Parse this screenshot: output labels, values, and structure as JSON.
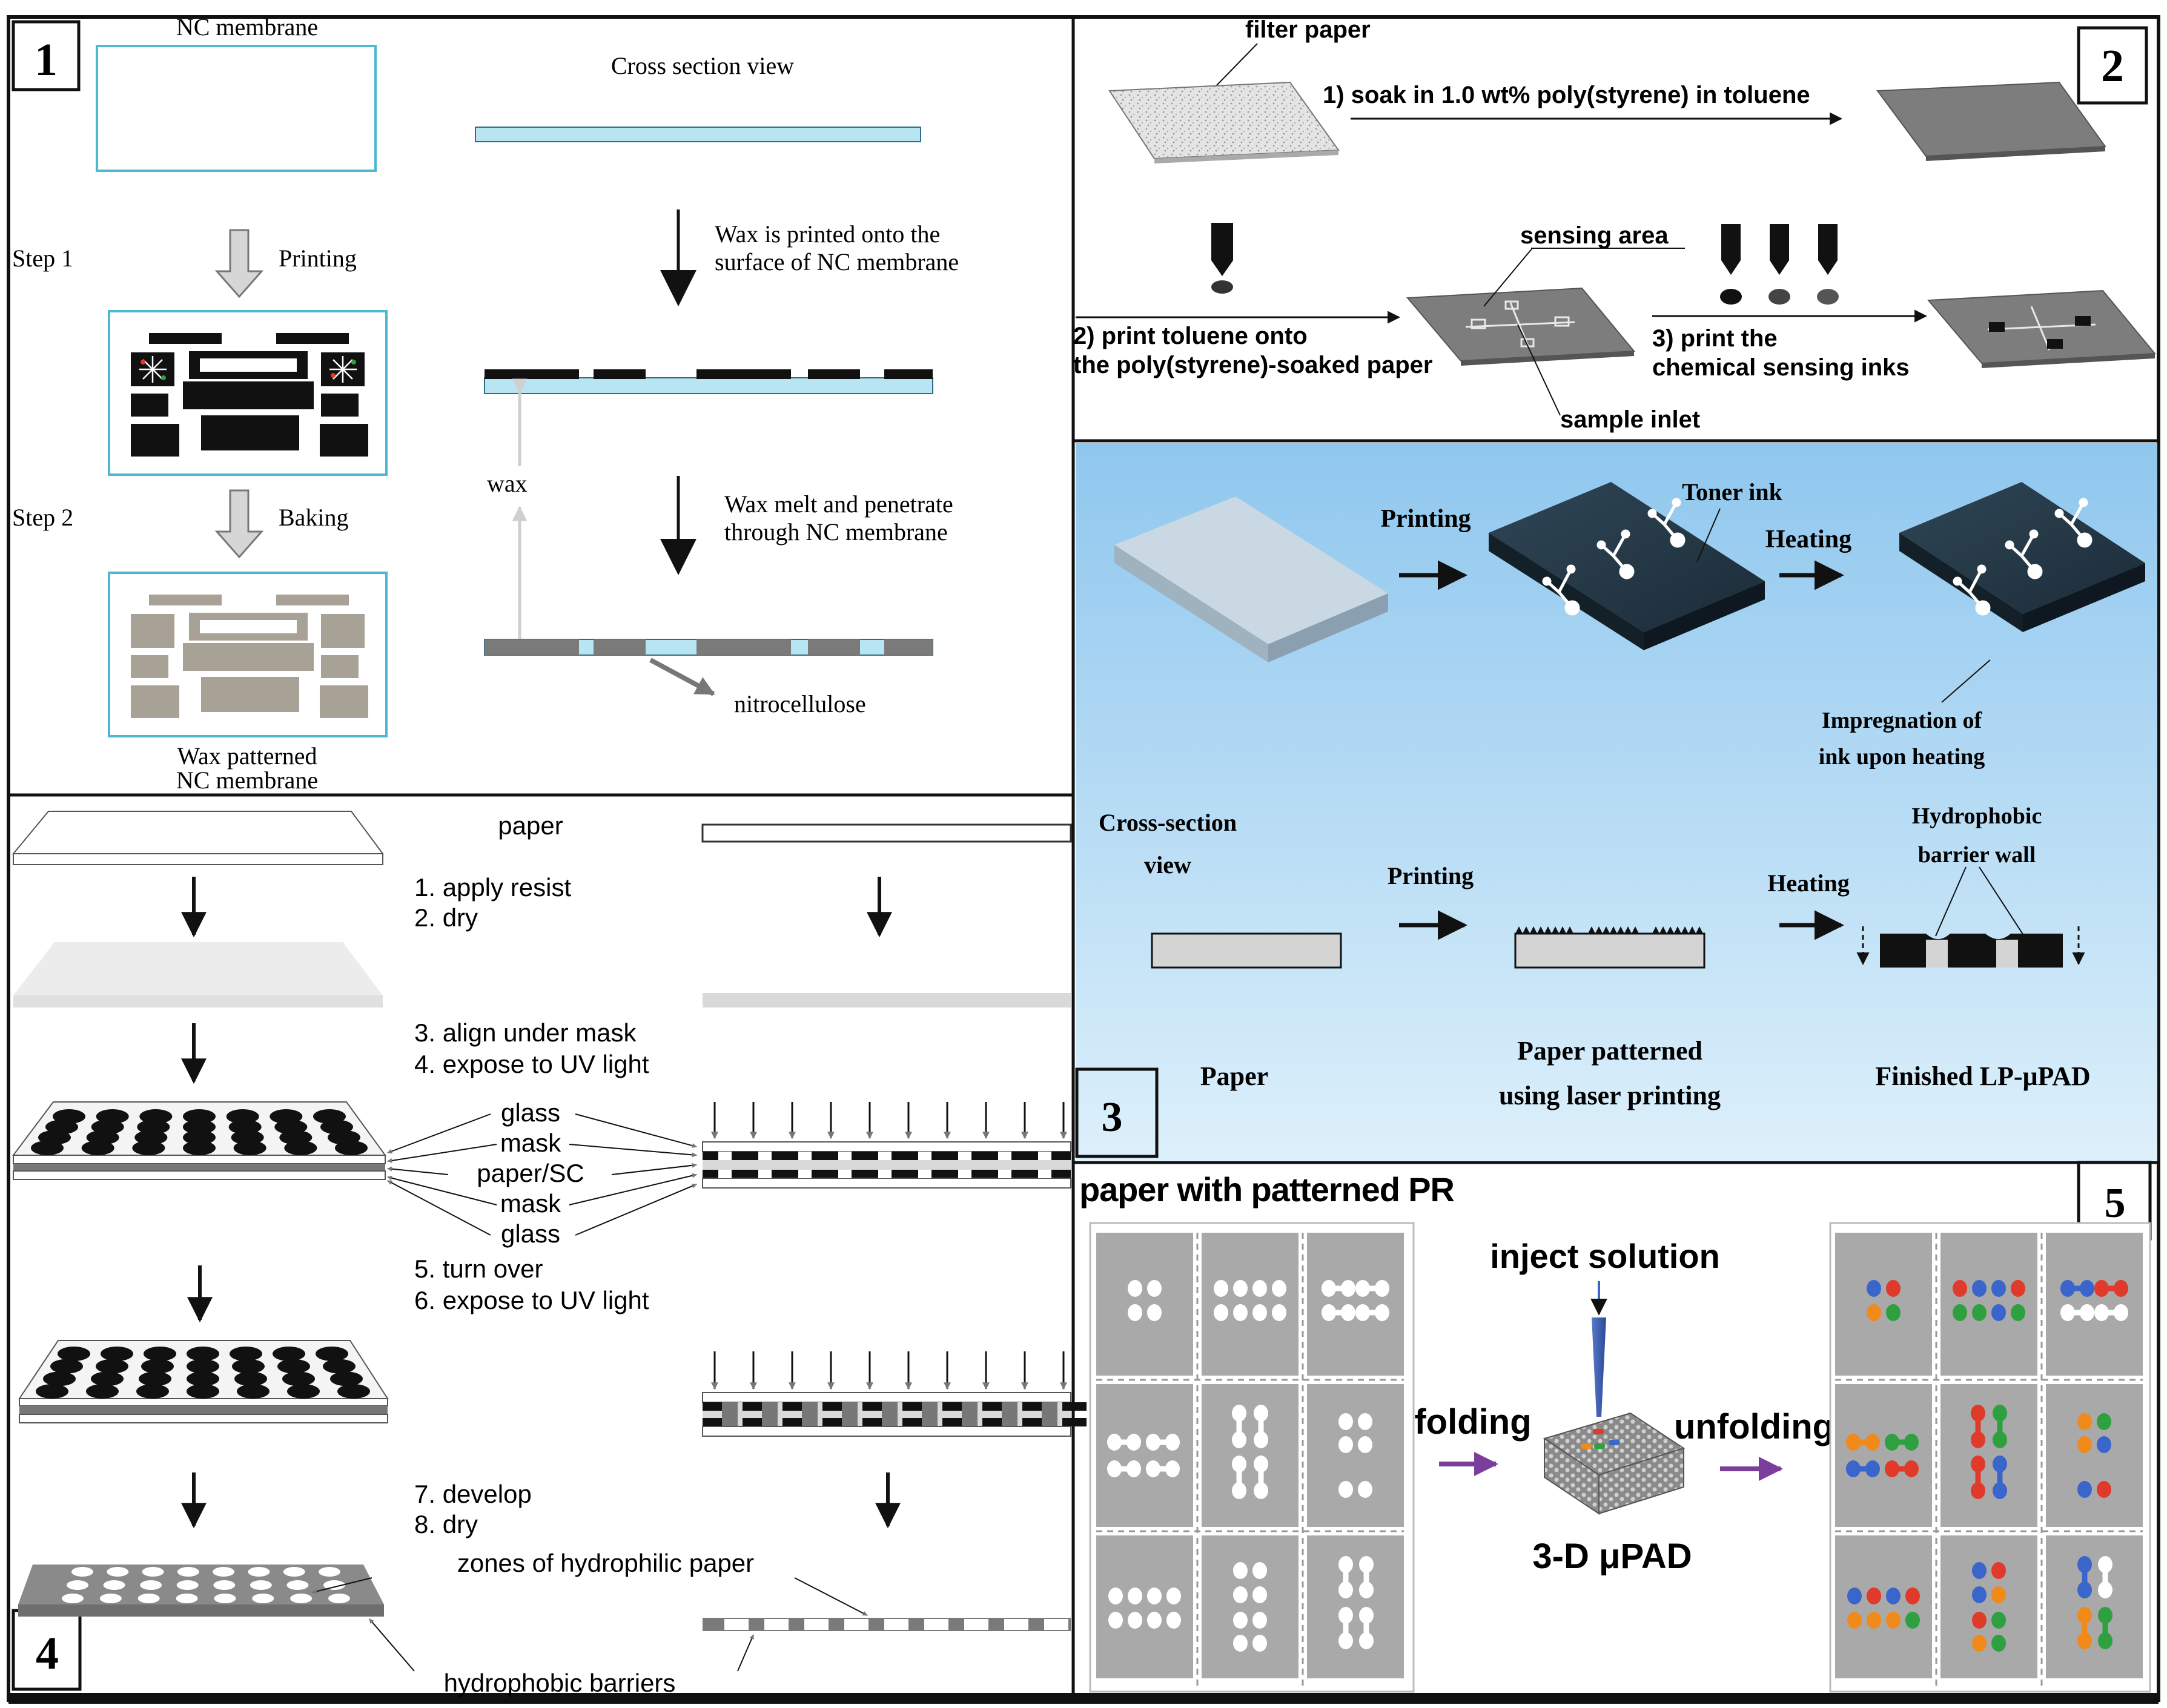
{
  "panel1": {
    "number": "1",
    "nc_membrane": "NC membrane",
    "cross_section_view": "Cross section view",
    "step1": "Step 1",
    "printing": "Printing",
    "step2": "Step 2",
    "baking": "Baking",
    "wax_printed_line1": "Wax is printed onto the",
    "wax_printed_line2": "surface of NC membrane",
    "wax": "wax",
    "wax_melt_line1": "Wax melt and penetrate",
    "wax_melt_line2": "through NC membrane",
    "nitrocellulose": "nitrocellulose",
    "wax_patterned_line1": "Wax patterned",
    "wax_patterned_line2": "NC membrane"
  },
  "panel2": {
    "number": "2",
    "filter_paper": "filter paper",
    "step1": "1) soak in 1.0 wt% poly(styrene) in toluene",
    "step2_line1": "2) print toluene onto",
    "step2_line2": "the poly(styrene)-soaked paper",
    "sensing_area": "sensing area",
    "step3_line1": "3) print the",
    "step3_line2": "chemical sensing inks",
    "sample_inlet": "sample inlet"
  },
  "panel3": {
    "number": "3",
    "printing": "Printing",
    "toner_ink": "Toner ink",
    "heating": "Heating",
    "impregnation_line1": "Impregnation of",
    "impregnation_line2": "ink upon heating",
    "cross_section_line1": "Cross-section",
    "cross_section_line2": "view",
    "hydrophobic_line1": "Hydrophobic",
    "hydrophobic_line2": "barrier wall",
    "paper": "Paper",
    "patterned_line1": "Paper patterned",
    "patterned_line2": "using laser printing",
    "finished": "Finished LP-μPAD"
  },
  "panel4": {
    "number": "4",
    "paper": "paper",
    "step1": "1. apply resist",
    "step2": "2. dry",
    "step3": "3. align under mask",
    "step4": "4. expose to UV light",
    "glass": "glass",
    "mask": "mask",
    "paper_sc": "paper/SC",
    "step5": "5. turn over",
    "step6": "6. expose to UV light",
    "step7": "7. develop",
    "step8": "8. dry",
    "zones": "zones of hydrophilic paper",
    "barriers": "hydrophobic barriers"
  },
  "panel5": {
    "number": "5",
    "title": "paper with patterned PR",
    "inject": "inject solution",
    "folding": "folding",
    "unfolding": "unfolding",
    "device": "3-D μPAD"
  },
  "colors": {
    "nc_blue": "#b9e4f2",
    "panel3_bg_top": "#8fc7ee",
    "panel3_bg_bottom": "#d9eefb",
    "wax_gray": "#7a7a7a",
    "pr_gray": "#a9a9a9",
    "dye_red": "#e03a2a",
    "dye_blue": "#3a66cc",
    "dye_green": "#2ea040",
    "dye_orange": "#f08a1a",
    "arrow_purple": "#7a3f9a"
  }
}
